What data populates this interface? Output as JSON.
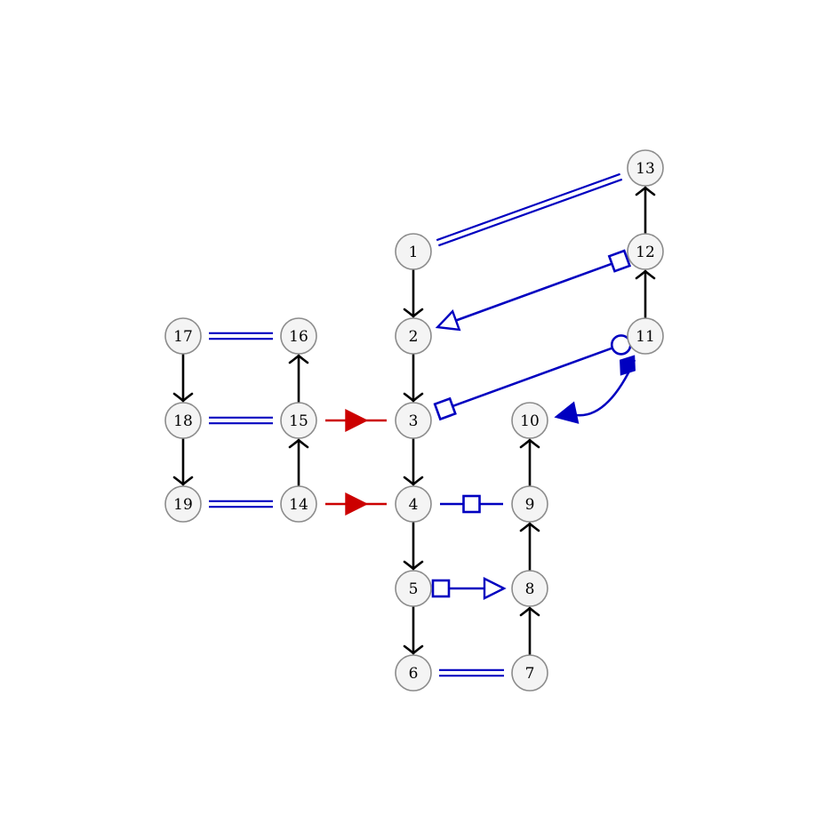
{
  "colors": {
    "chain": "#000000",
    "blue": "#0000c0",
    "red": "#cc0000",
    "node_fill": "#f4f4f4",
    "node_stroke": "#8c8c8c"
  },
  "nodes": [
    {
      "id": "1",
      "label": "1"
    },
    {
      "id": "2",
      "label": "2"
    },
    {
      "id": "3",
      "label": "3"
    },
    {
      "id": "4",
      "label": "4"
    },
    {
      "id": "5",
      "label": "5"
    },
    {
      "id": "6",
      "label": "6"
    },
    {
      "id": "7",
      "label": "7"
    },
    {
      "id": "8",
      "label": "8"
    },
    {
      "id": "9",
      "label": "9"
    },
    {
      "id": "10",
      "label": "10"
    },
    {
      "id": "11",
      "label": "11"
    },
    {
      "id": "12",
      "label": "12"
    },
    {
      "id": "13",
      "label": "13"
    },
    {
      "id": "14",
      "label": "14"
    },
    {
      "id": "15",
      "label": "15"
    },
    {
      "id": "16",
      "label": "16"
    },
    {
      "id": "17",
      "label": "17"
    },
    {
      "id": "18",
      "label": "18"
    },
    {
      "id": "19",
      "label": "19"
    }
  ],
  "edges": [
    {
      "from": "1",
      "to": "2",
      "style": "chain-arrow"
    },
    {
      "from": "2",
      "to": "3",
      "style": "chain-arrow"
    },
    {
      "from": "3",
      "to": "4",
      "style": "chain-arrow"
    },
    {
      "from": "4",
      "to": "5",
      "style": "chain-arrow"
    },
    {
      "from": "5",
      "to": "6",
      "style": "chain-arrow"
    },
    {
      "from": "7",
      "to": "8",
      "style": "chain-arrow"
    },
    {
      "from": "8",
      "to": "9",
      "style": "chain-arrow"
    },
    {
      "from": "9",
      "to": "10",
      "style": "chain-arrow"
    },
    {
      "from": "11",
      "to": "12",
      "style": "chain-arrow"
    },
    {
      "from": "12",
      "to": "13",
      "style": "chain-arrow"
    },
    {
      "from": "14",
      "to": "15",
      "style": "chain-arrow"
    },
    {
      "from": "15",
      "to": "16",
      "style": "chain-arrow"
    },
    {
      "from": "17",
      "to": "18",
      "style": "chain-arrow"
    },
    {
      "from": "18",
      "to": "19",
      "style": "chain-arrow"
    },
    {
      "from": "1",
      "to": "13",
      "style": "double-line"
    },
    {
      "from": "6",
      "to": "7",
      "style": "double-line"
    },
    {
      "from": "17",
      "to": "16",
      "style": "double-line"
    },
    {
      "from": "18",
      "to": "15",
      "style": "double-line"
    },
    {
      "from": "19",
      "to": "14",
      "style": "double-line"
    },
    {
      "from": "12",
      "to": "2",
      "style": "square-to-open-triangle"
    },
    {
      "from": "11",
      "to": "3",
      "style": "circle-to-open-square"
    },
    {
      "from": "4",
      "to": "9",
      "style": "square-middle"
    },
    {
      "from": "5",
      "to": "8",
      "style": "square-to-open-triangle"
    },
    {
      "from": "11",
      "to": "10",
      "style": "filled-diamond-to-filled-triangle-curved"
    },
    {
      "from": "15",
      "to": "3",
      "style": "red-filled-triangle"
    },
    {
      "from": "14",
      "to": "4",
      "style": "red-filled-triangle"
    }
  ]
}
